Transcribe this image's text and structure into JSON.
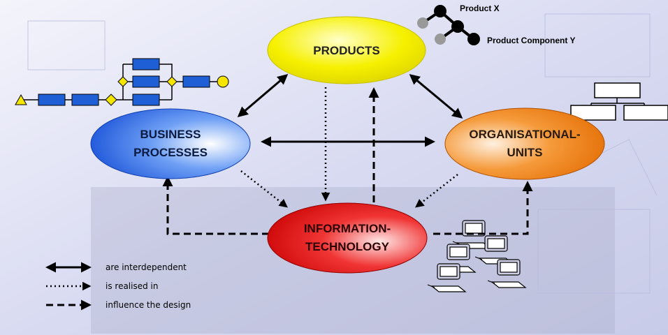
{
  "nodes": {
    "products": {
      "label": "PRODUCTS",
      "color": "#f2ee00"
    },
    "business_processes": {
      "line1": "BUSINESS",
      "line2": "PROCESSES",
      "color": "#2d6fe6"
    },
    "organisational_units": {
      "line1": "ORGANISATIONAL-",
      "line2": "UNITS",
      "color": "#ee7a10"
    },
    "information_technology": {
      "line1": "INFORMATION-",
      "line2": "TECHNOLOGY",
      "color": "#e01010"
    }
  },
  "product_tree": {
    "product_x": "Product X",
    "product_component_y": "Product Component Y"
  },
  "legend": {
    "interdependent": "are interdependent",
    "realised": "is realised in",
    "influence": "influence the design"
  },
  "colors": {
    "background": "#dfe0f3",
    "process_box": "#1f5fd6",
    "process_diamond": "#f4e600"
  }
}
